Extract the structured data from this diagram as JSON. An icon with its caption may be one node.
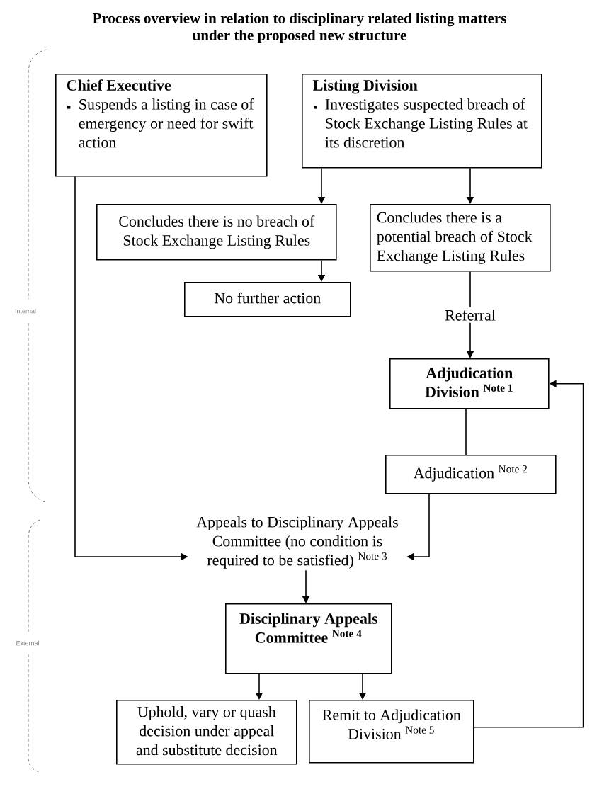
{
  "diagram": {
    "title": "Process overview in relation to disciplinary related listing matters under the proposed new structure",
    "nodes": [
      {
        "text": [
          "Chief Executive",
          "Suspends a listing in case of emergency or need for swift action"
        ]
      },
      {
        "text": [
          "Listing Division",
          "Investigates suspected breach of Stock Exchange Listing Rules at its discretion"
        ]
      },
      {
        "text": [
          "Concludes there is no breach of Stock Exchange Listing Rules"
        ]
      },
      {
        "text": [
          "Concludes there is a potential breach of Stock Exchange Listing Rules"
        ]
      },
      {
        "text": [
          "No further action"
        ]
      },
      {
        "text": [
          "Adjudication Division $^{Note 1}$"
        ]
      },
      {
        "text": [
          "Adjudication $^{Note 2}$"
        ]
      },
      {
        "text": [
          "Appeals to Disciplinary Appeals Committee (no condition is required to be satisfied) $^{Note 3}$"
        ]
      },
      {
        "text": [
          "Disciplinary Appeals Committee $^{Note 4}$"
        ]
      },
      {
        "text": [
          "Uphold, vary or quash decision under appeal and substitute decision"
        ]
      },
      {
        "text": [
          "Remit to Adjudication Division $^{Note 5}$"
        ]
      }
    ],
    "edges": [
      {
        "from": 1,
        "to": 2,
        "arrow": "to"
      },
      {
        "from": 1,
        "to": 3,
        "arrow": "to"
      },
      {
        "from": 2,
        "to": 4,
        "arrow": "to"
      },
      {
        "from": 3,
        "to": 5,
        "arrow": "to",
        "label": "Referral"
      },
      {
        "from": 5,
        "to": 6,
        "arrow": "none"
      },
      {
        "from": 6,
        "to": 7,
        "arrow": "to"
      },
      {
        "from": 0,
        "to": 7,
        "arrow": "to"
      },
      {
        "from": 7,
        "to": 8,
        "arrow": "to"
      },
      {
        "from": 8,
        "to": 9,
        "arrow": "to"
      },
      {
        "from": 8,
        "to": 10,
        "arrow": "to"
      },
      {
        "from": 10,
        "to": 5,
        "arrow": "to"
      }
    ],
    "labels": [
      "Internal",
      "External"
    ]
  }
}
